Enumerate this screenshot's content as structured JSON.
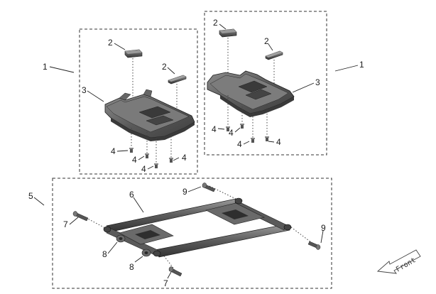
{
  "diagram": {
    "callouts": {
      "c1_left": "1",
      "c1_right": "1",
      "c2_a": "2",
      "c2_b": "2",
      "c2_c": "2",
      "c2_d": "2",
      "c3_left": "3",
      "c3_right": "3",
      "c4_a": "4",
      "c4_b": "4",
      "c4_c": "4",
      "c4_d": "4",
      "c4_e": "4",
      "c4_f": "4",
      "c4_g": "4",
      "c4_h": "4",
      "c5": "5",
      "c6": "6",
      "c7_a": "7",
      "c7_b": "7",
      "c8_a": "8",
      "c8_b": "8",
      "c9_a": "9",
      "c9_b": "9"
    },
    "front_label": "Front",
    "colors": {
      "part_dark": "#4a4a4a",
      "part_mid": "#6b6b6b",
      "part_light": "#9a9a9a",
      "line": "#222222"
    }
  }
}
